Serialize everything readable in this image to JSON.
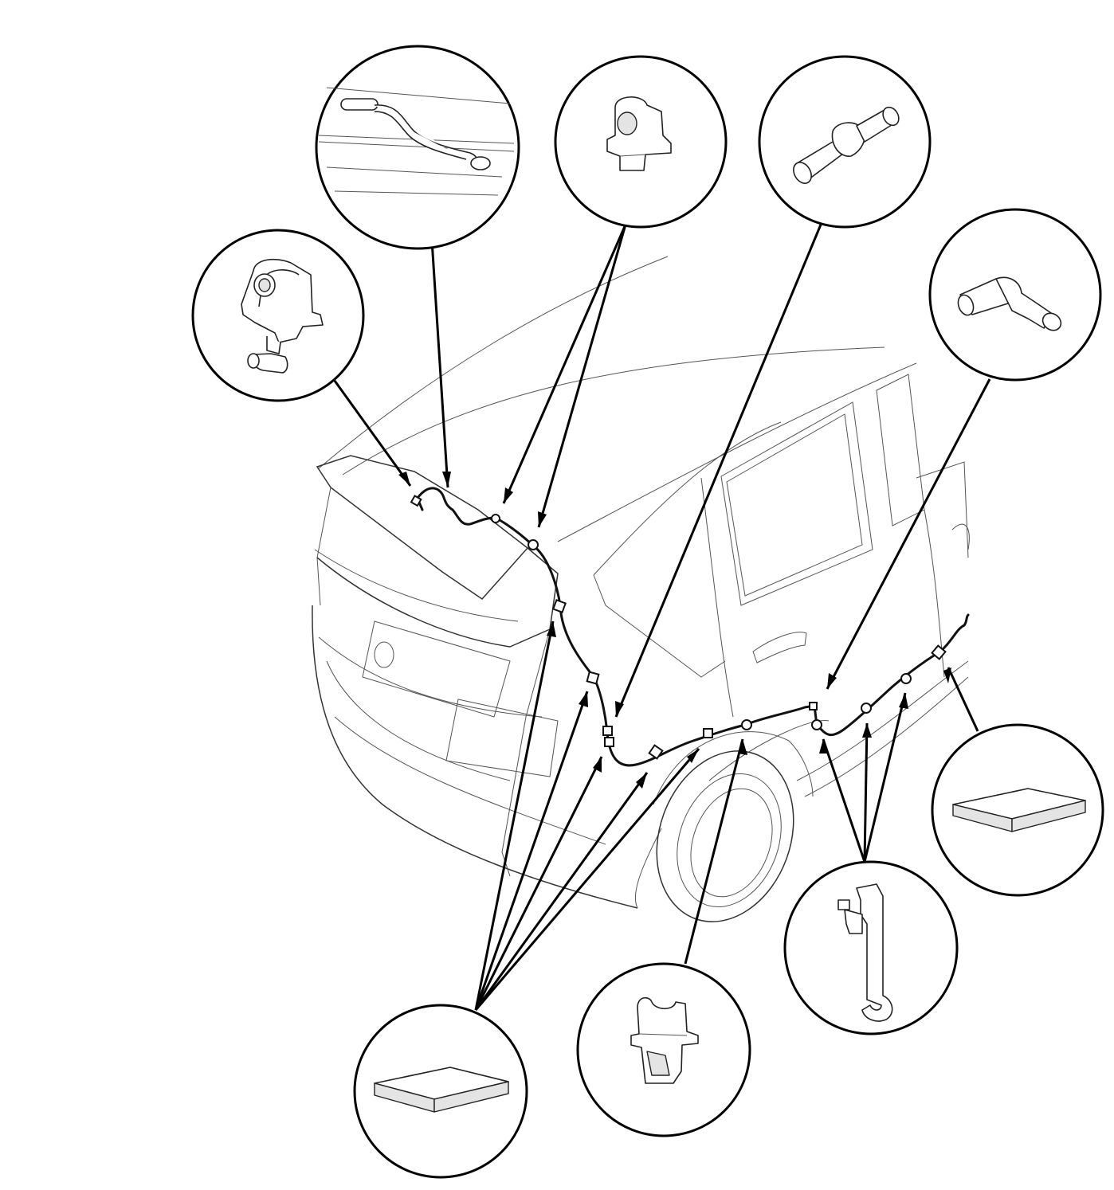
{
  "colors": {
    "line": "#000000",
    "background": "#ffffff",
    "fill_shade": "#e4e4e4"
  },
  "callouts": [
    {
      "id": "washer-nozzle",
      "icon": "washer-nozzle-icon"
    },
    {
      "id": "hose-on-roof",
      "icon": "hose-routing-icon"
    },
    {
      "id": "hose-clip-top",
      "icon": "hose-clip-icon"
    },
    {
      "id": "check-valve",
      "icon": "check-valve-icon"
    },
    {
      "id": "elbow-joint",
      "icon": "elbow-joint-icon"
    },
    {
      "id": "foam-tape-left",
      "icon": "foam-tape-icon"
    },
    {
      "id": "hose-clamp-bottom",
      "icon": "hose-clamp-icon"
    },
    {
      "id": "hose-holder",
      "icon": "hose-holder-icon"
    },
    {
      "id": "foam-tape-right",
      "icon": "foam-tape-icon"
    }
  ]
}
